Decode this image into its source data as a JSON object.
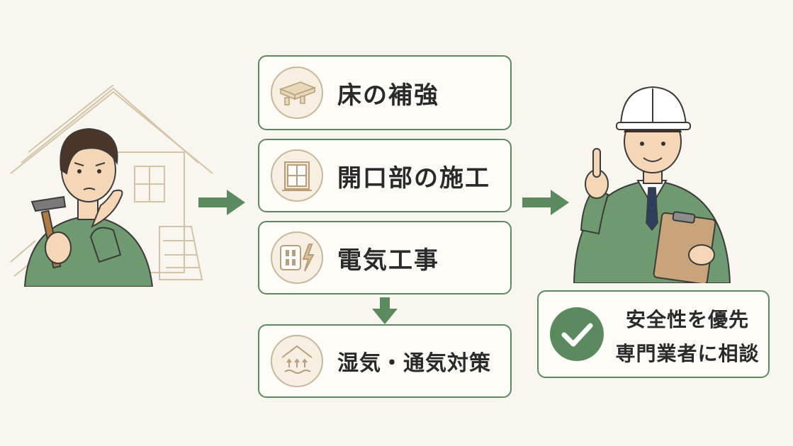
{
  "steps": [
    {
      "label": "床の補強",
      "icon": "floor-beams-icon"
    },
    {
      "label": "開口部の施工",
      "icon": "window-icon"
    },
    {
      "label": "電気工事",
      "icon": "outlet-lightning-icon"
    },
    {
      "label": "湿気・通気対策",
      "icon": "house-ventilation-icon"
    }
  ],
  "advice": {
    "line1": "安全性を優先",
    "line2": "専門業者に相談",
    "icon": "check-icon"
  },
  "colors": {
    "accent": "#5b8a5f",
    "background": "#f8f6ef",
    "icon_circle": "#f6efe2",
    "icon_stroke": "#b89e7a"
  }
}
